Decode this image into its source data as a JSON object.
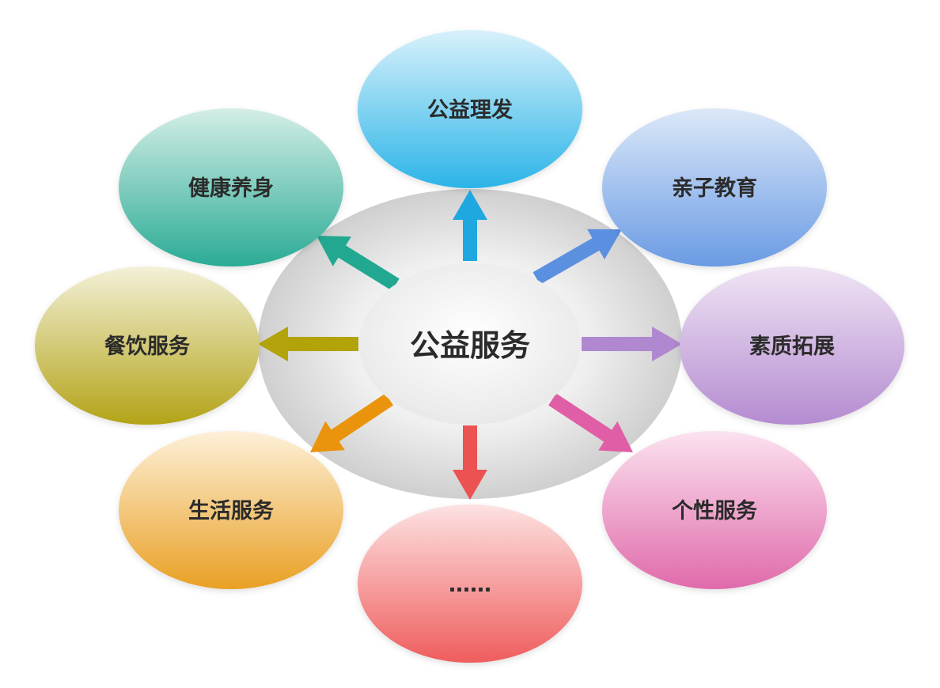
{
  "center": {
    "label": "公益服务"
  },
  "nodes": [
    {
      "id": "top",
      "label": "公益理发",
      "color_light": "#d8f1fb",
      "color_dark": "#2bb4e8",
      "arrow_color": "#1fa8e0"
    },
    {
      "id": "top-right",
      "label": "亲子教育",
      "color_light": "#dce8f8",
      "color_dark": "#6a9be4",
      "arrow_color": "#5b8fe0"
    },
    {
      "id": "right",
      "label": "素质拓展",
      "color_light": "#efe4f4",
      "color_dark": "#b48bd0",
      "arrow_color": "#b088cf"
    },
    {
      "id": "bottom-right",
      "label": "个性服务",
      "color_light": "#fbe2ef",
      "color_dark": "#e06aab",
      "arrow_color": "#e05ea6"
    },
    {
      "id": "bottom",
      "label": "……",
      "color_light": "#fde2e2",
      "color_dark": "#ef5d5d",
      "arrow_color": "#ec5252"
    },
    {
      "id": "bottom-left",
      "label": "生活服务",
      "color_light": "#fdf0d8",
      "color_dark": "#e9a024",
      "arrow_color": "#e9940c"
    },
    {
      "id": "left",
      "label": "餐饮服务",
      "color_light": "#f3f1d8",
      "color_dark": "#b3a317",
      "arrow_color": "#b2a30a"
    },
    {
      "id": "top-left",
      "label": "健康养身",
      "color_light": "#d4eee7",
      "color_dark": "#2aab95",
      "arrow_color": "#22a891"
    }
  ]
}
